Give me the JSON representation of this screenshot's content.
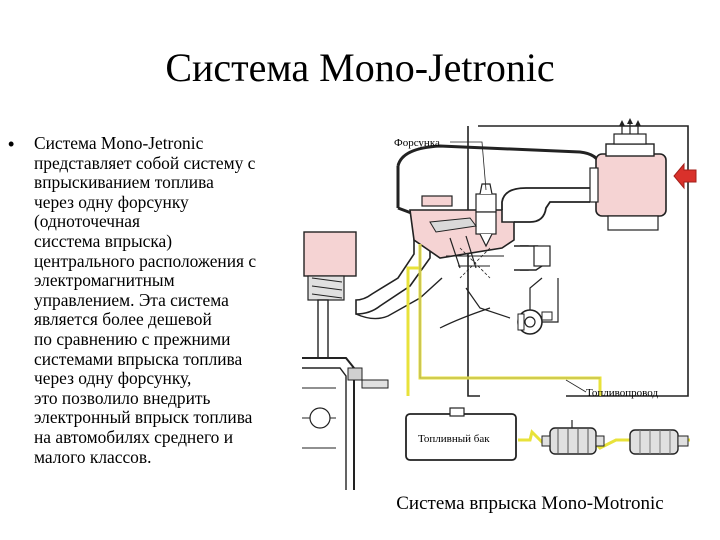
{
  "slide": {
    "title": "Система Mono-Jetronic",
    "bullet_lines": [
      "Система Mono-Jetronic",
      "представляет собой систему с",
      "впрыскиванием топлива",
      "через одну форсунку",
      "(одноточечная",
      "сисстема впрыска)",
      "центрального расположения с",
      "электромагнитным",
      "управлением. Эта система",
      "является более дешевой",
      "по сравнению с прежними",
      "системами впрыска топлива",
      "через одну форсунку,",
      "это позволило внедрить",
      "электронный впрыск топлива",
      "на автомобилях среднего и",
      "малого классов."
    ]
  },
  "diagram": {
    "label_injector": "Форсунка",
    "label_fuel_line": "Топливопровод",
    "label_fuel_tank": "Топливный бак",
    "caption": "Система впрыска Mono-Motronic",
    "colors": {
      "component_fill": "#f5d3d3",
      "fuel_line": "#e8e23a",
      "airflow_arrow": "#d9312b",
      "outline": "#222222"
    }
  }
}
